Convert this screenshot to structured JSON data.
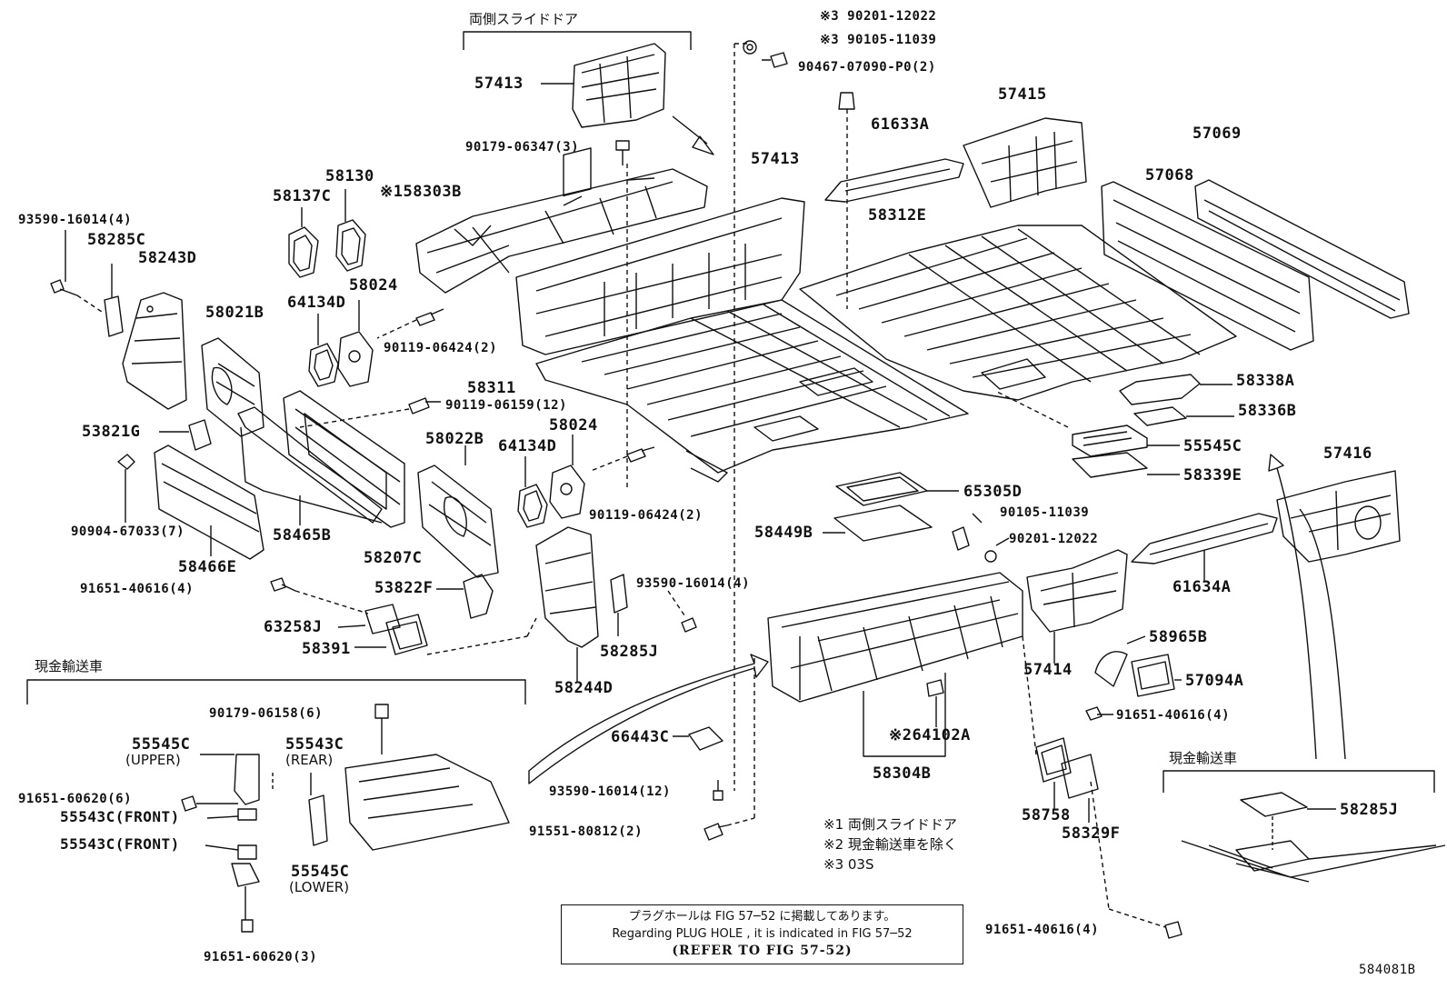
{
  "headers": {
    "both_slide_door": "両側スライドドア",
    "cash_transport_left": "現金輸送車",
    "cash_transport_right": "現金輸送車"
  },
  "labels": {
    "p90201_12022_top": "※3 90201-12022",
    "p90105_11039_top": "※3 90105-11039",
    "p90467_07090": "90467-07090-P0(2)",
    "p57413_a": "57413",
    "p57413_b": "57413",
    "p90179_06347": "90179-06347(3)",
    "p61633A": "61633A",
    "p57415": "57415",
    "p57069": "57069",
    "p57068": "57068",
    "p58312E": "58312E",
    "p58130": "58130",
    "p58137C": "58137C",
    "p158303B": "※158303B",
    "p93590_16014_tl": "93590-16014(4)",
    "p58285C": "58285C",
    "p58243D": "58243D",
    "p58024_a": "58024",
    "p64134D_a": "64134D",
    "p58021B": "58021B",
    "p90119_06424_a": "90119-06424(2)",
    "p58311": "58311",
    "p90119_06159": "90119-06159(12)",
    "p58338A": "58338A",
    "p58336B": "58336B",
    "p53821G": "53821G",
    "p58022B": "58022B",
    "p64134D_b": "64134D",
    "p58024_b": "58024",
    "p55545C_r": "55545C",
    "p57416": "57416",
    "p58339E": "58339E",
    "p90904_67033": "90904-67033(7)",
    "p58465B": "58465B",
    "p58207C": "58207C",
    "p90119_06424_b": "90119-06424(2)",
    "p65305D": "65305D",
    "p90105_11039_mid": "90105-11039",
    "p58449B": "58449B",
    "p90201_12022_mid": "90201-12022",
    "p58466E": "58466E",
    "p61634A": "61634A",
    "p91651_40616_a": "91651-40616(4)",
    "p53822F": "53822F",
    "p93590_16014_m": "93590-16014(4)",
    "p63258J": "63258J",
    "p58391": "58391",
    "p58285J_a": "58285J",
    "p58965B": "58965B",
    "p57414": "57414",
    "p57094A": "57094A",
    "p58244D": "58244D",
    "p91651_40616_b": "91651-40616(4)",
    "p90179_06158": "90179-06158(6)",
    "p55545C_u": "55545C",
    "p55543C_rear": "55543C",
    "p66443C": "66443C",
    "p264102A": "※264102A",
    "p91651_60620_a": "91651-60620(6)",
    "p55543C_f1": "55543C(FRONT)",
    "p58304B": "58304B",
    "p93590_16014_b": "93590-16014(12)",
    "p58758": "58758",
    "p58285J_b": "58285J",
    "p58329F": "58329F",
    "p91551_80812": "91551-80812(2)",
    "p55543C_f2": "55543C(FRONT)",
    "p55545C_l": "55545C",
    "p91651_40616_c": "91651-40616(4)",
    "p91651_60620_b": "91651-60620(3)",
    "figure_no": "584081B"
  },
  "sublabels": {
    "upper": "(UPPER)",
    "rear": "(REAR)",
    "lower": "(LOWER)"
  },
  "footnotes": {
    "n1": "※1 両側スライドドア",
    "n2": "※2 現金輸送車を除く",
    "n3": "※3 03S"
  },
  "notebox": {
    "line1": "プラグホールは FIG  57─52 に掲載してあります。",
    "line2": "Regarding  PLUG  HOLE , it is indicated in FIG  57─52",
    "line3": "(REFER TO FIG 57-52)"
  }
}
